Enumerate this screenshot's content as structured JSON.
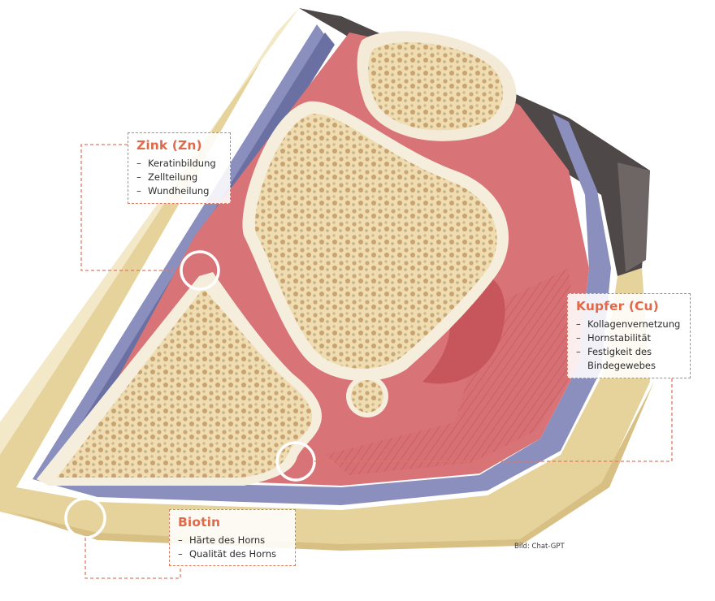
{
  "callouts": {
    "zinc": {
      "title": "Zink (Zn)",
      "items": [
        "Keratinbildung",
        "Zellteilung",
        "Wundheilung"
      ]
    },
    "kupfer": {
      "title": "Kupfer (Cu)",
      "items": [
        "Kollagenvernetzung",
        "Hornstabilität",
        "Festigkeit des Bindegewebes"
      ]
    },
    "biotin": {
      "title": "Biotin",
      "items": [
        "Härte des Horns",
        "Qualität des Horns"
      ]
    }
  },
  "list_dash": "–",
  "credit": "Bild: Chat-GPT",
  "colors": {
    "accent": "#e0694a",
    "hoof_wall": "#e9d9a7",
    "dermis": "#d9777a",
    "membrane": "#7f86b5",
    "bone": "#efe0bd",
    "skin": "#4a4444"
  }
}
